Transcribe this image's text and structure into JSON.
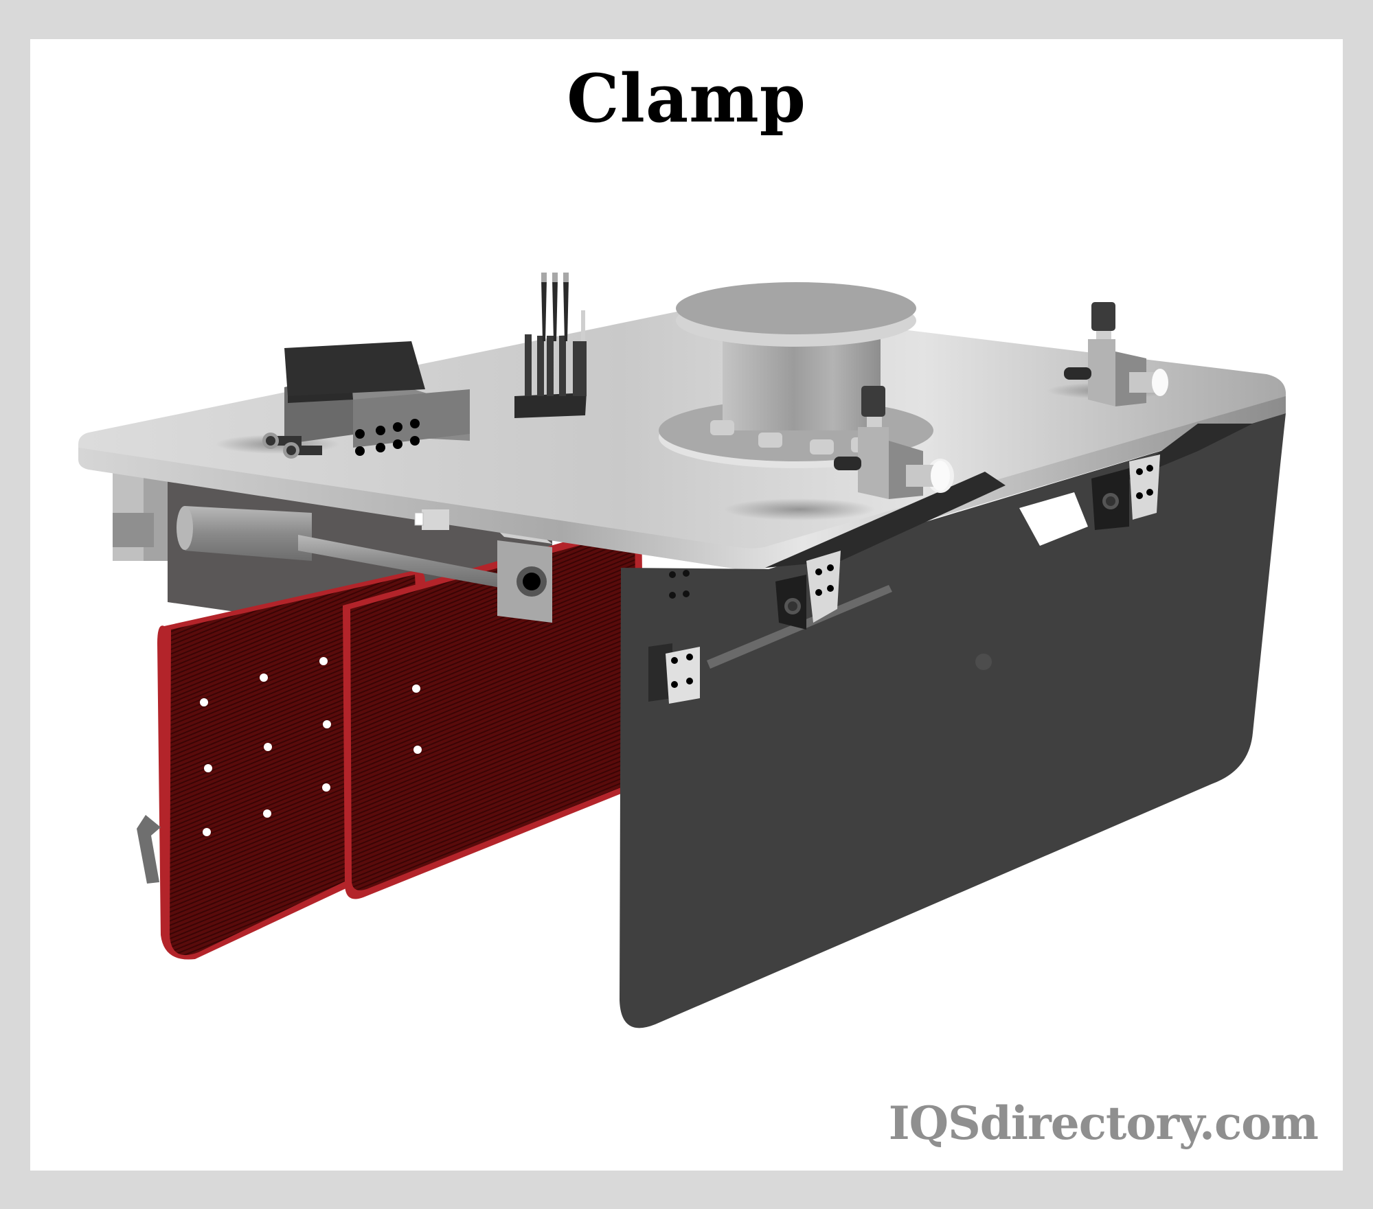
{
  "figure": {
    "title": "Clamp",
    "watermark": "IQSdirectory.com"
  },
  "colors": {
    "frame": "#d9d9d9",
    "background": "#ffffff",
    "title_text": "#000000",
    "watermark_text": "#8f8f8f",
    "table_top": "#c8c8c8",
    "side_plate": "#404040",
    "clamp_pad": "#5e0d0d",
    "clamp_pad_edge": "#b3242a"
  },
  "illustration": {
    "subject": "clamp assembly",
    "components": [
      {
        "name": "table-top-plate"
      },
      {
        "name": "valve-manifold-block"
      },
      {
        "name": "connector-pin-header"
      },
      {
        "name": "cylinder-column"
      },
      {
        "name": "pressure-regulator-left"
      },
      {
        "name": "pressure-regulator-right"
      },
      {
        "name": "dark-side-plate"
      },
      {
        "name": "red-clamp-pad-left"
      },
      {
        "name": "red-clamp-pad-right"
      },
      {
        "name": "guide-rod"
      },
      {
        "name": "mounting-bracket"
      }
    ]
  }
}
